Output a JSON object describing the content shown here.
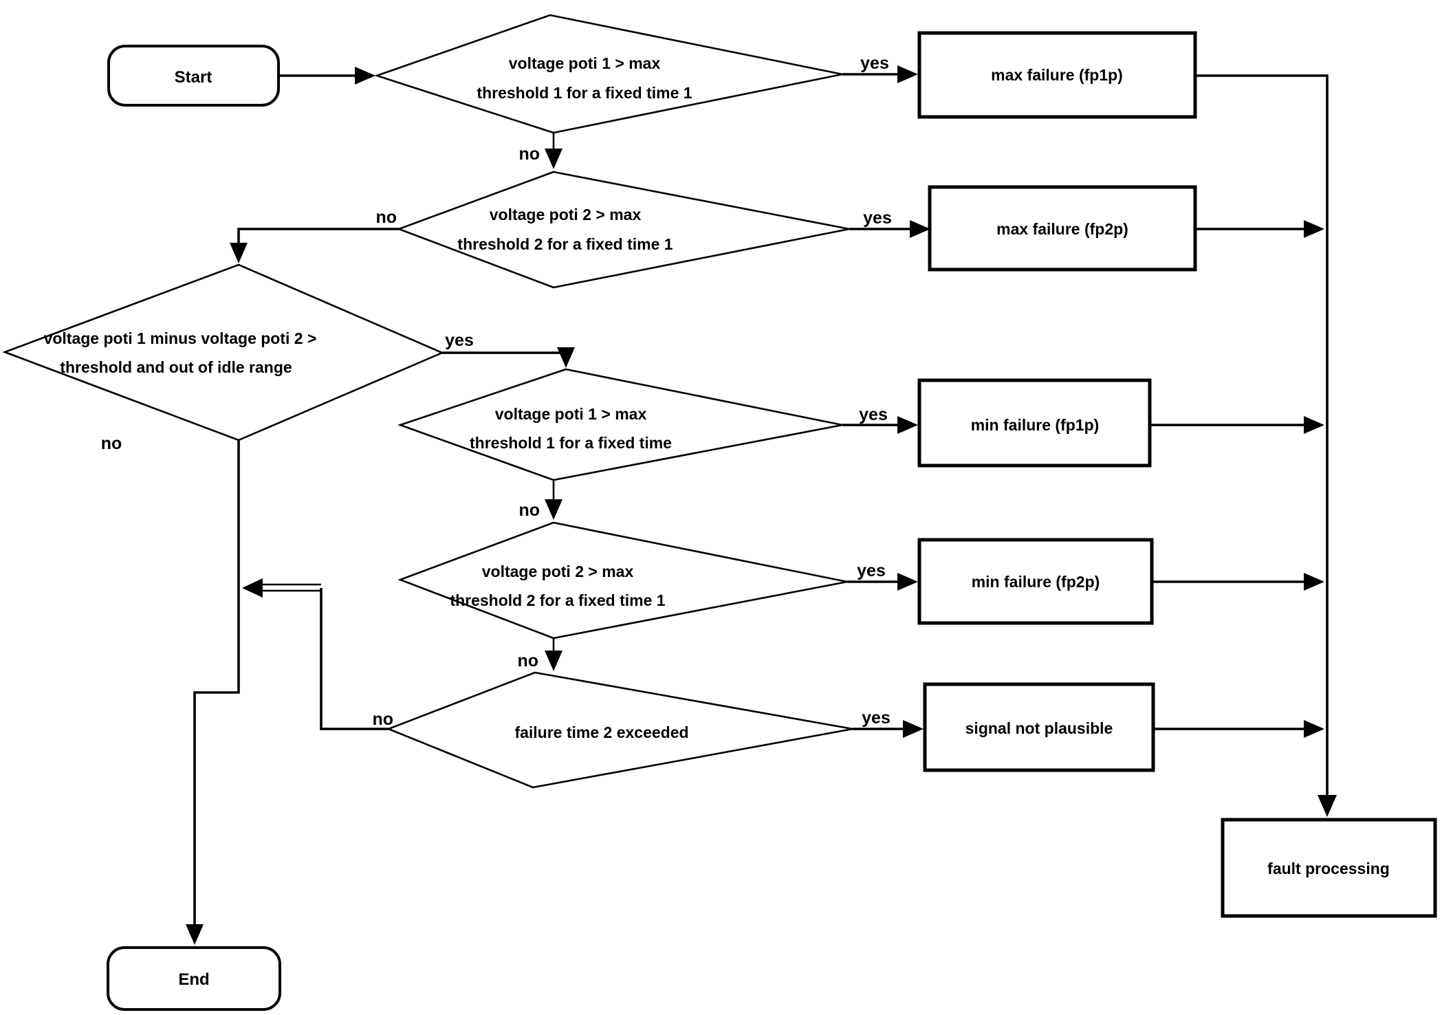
{
  "diagram": {
    "type": "flowchart",
    "description": "Dual potentiometer voltage signal fault detection flow"
  },
  "labels": {
    "yes": "yes",
    "no": "no"
  },
  "nodes": {
    "start": {
      "label": "Start"
    },
    "end": {
      "label": "End"
    },
    "decision_poti1_max_time1": {
      "line1": "voltage poti 1 > max",
      "line2": "threshold 1 for a fixed time 1"
    },
    "decision_poti2_max_time1_a": {
      "line1": "voltage poti 2 > max",
      "line2": "threshold 2 for a fixed time 1"
    },
    "decision_poti_difference": {
      "line1": "voltage poti 1 minus voltage poti 2 >",
      "line2": "threshold and out of  idle range"
    },
    "decision_poti1_max_time": {
      "line1": "voltage poti 1 > max",
      "line2": "threshold 1 for a fixed time"
    },
    "decision_poti2_max_time1_b": {
      "line1": "voltage poti 2 > max",
      "line2": "threshold 2 for a fixed time 1"
    },
    "decision_failure_time2": {
      "label": "failure time 2 exceeded"
    },
    "process_max_failure_fp1p": {
      "label": "max failure (fp1p)"
    },
    "process_max_failure_fp2p": {
      "label": "max failure (fp2p)"
    },
    "process_min_failure_fp1p": {
      "label": "min failure (fp1p)"
    },
    "process_min_failure_fp2p": {
      "label": "min failure (fp2p)"
    },
    "process_signal_not_plausible": {
      "label": "signal not plausible"
    },
    "process_fault_processing": {
      "label": "fault processing"
    }
  },
  "colors": {
    "stroke": "#000000",
    "background": "#ffffff"
  }
}
